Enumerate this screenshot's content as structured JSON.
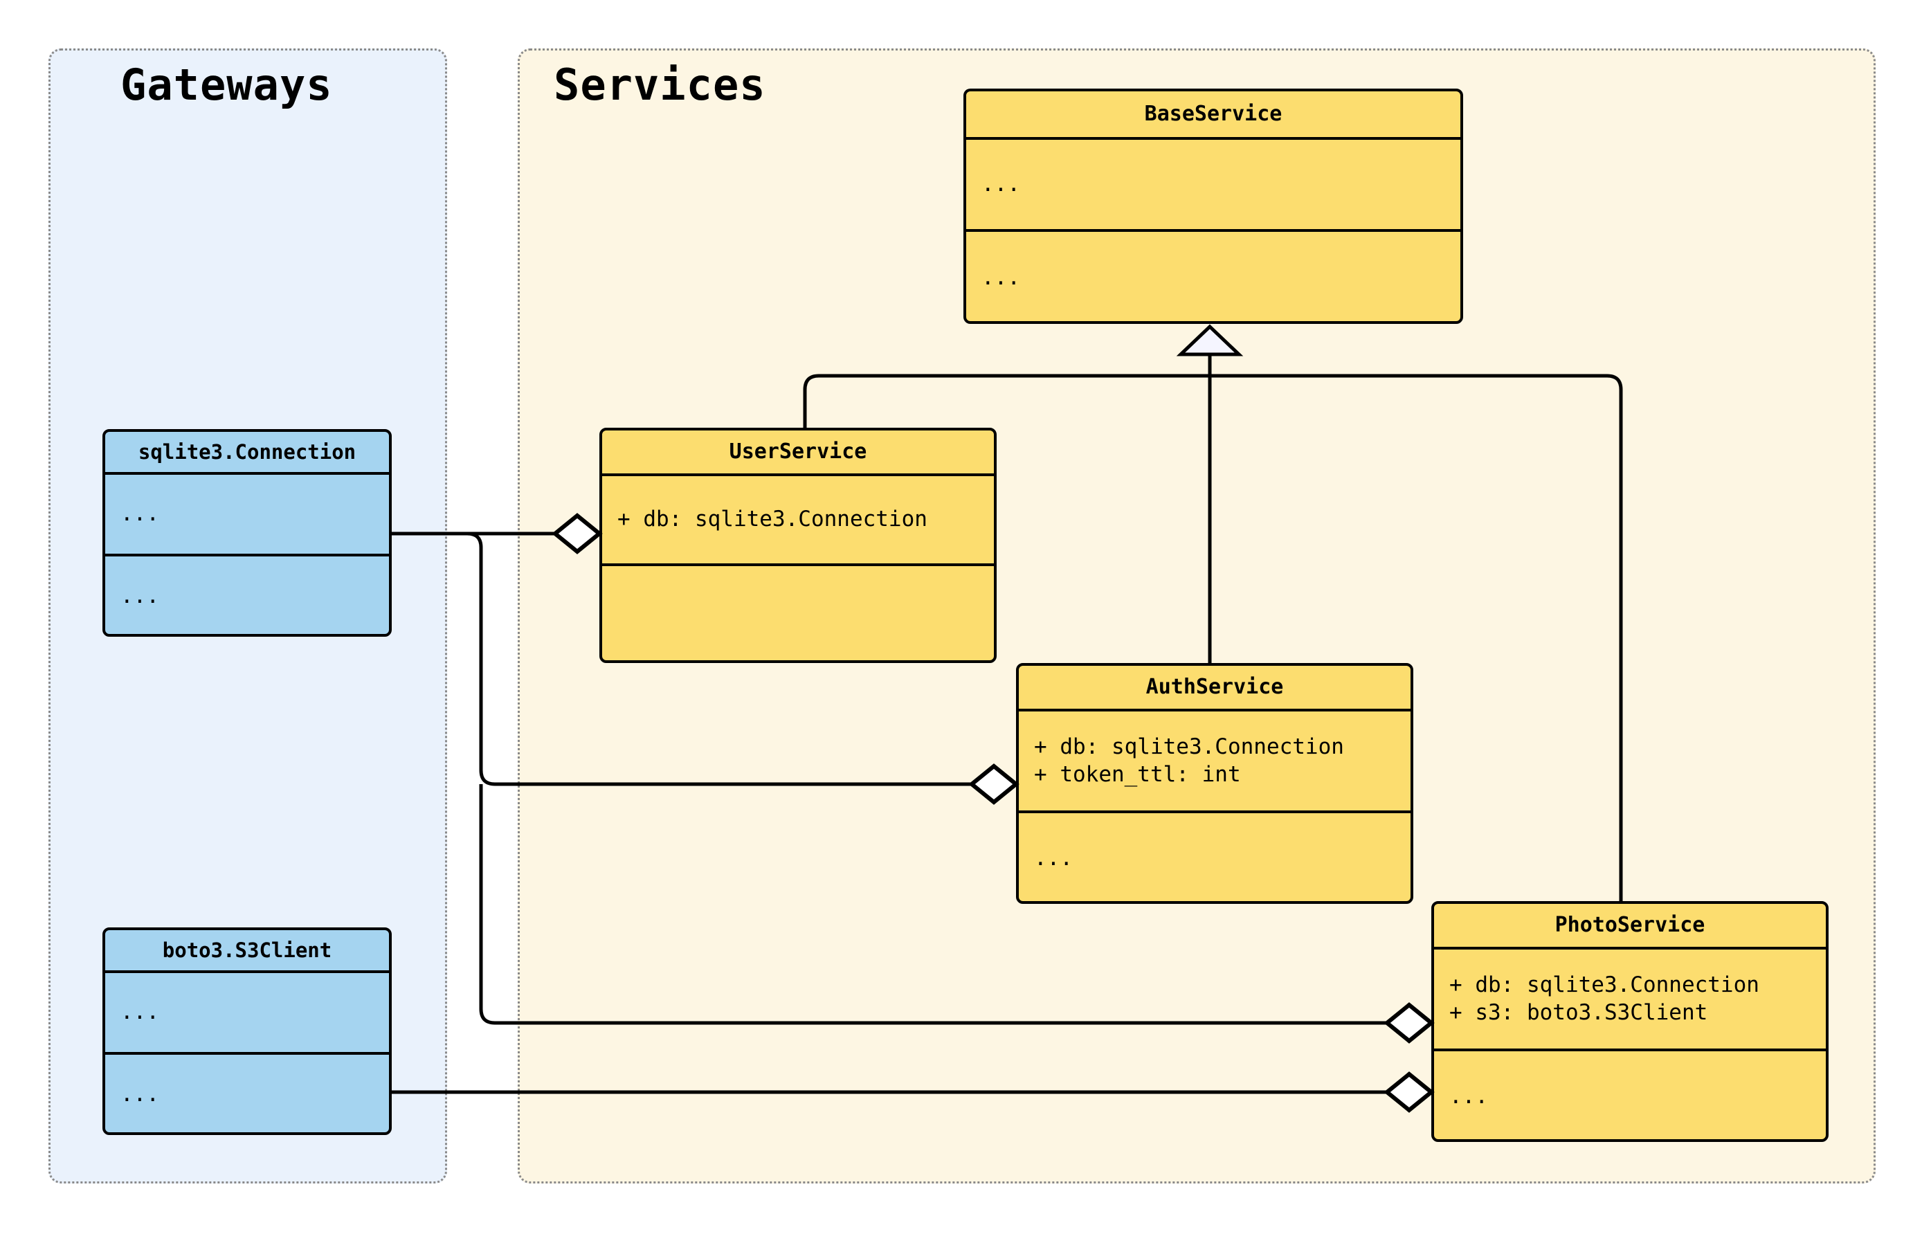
{
  "packages": [
    {
      "name": "Gateways",
      "label": "Gateways",
      "fill": "#eaf2fc"
    },
    {
      "name": "Services",
      "label": "Services",
      "fill": "#fdf6e3"
    }
  ],
  "classes": {
    "base_service": {
      "name": "BaseService",
      "attributes": "...",
      "methods": "...",
      "fill": "#fcdd6f"
    },
    "user_service": {
      "name": "UserService",
      "attributes": "+ db: sqlite3.Connection",
      "methods": "",
      "fill": "#fcdd6f"
    },
    "auth_service": {
      "name": "AuthService",
      "attributes": "+ db: sqlite3.Connection\n+ token_ttl: int",
      "methods": "...",
      "fill": "#fcdd6f"
    },
    "photo_service": {
      "name": "PhotoService",
      "attributes": "+ db: sqlite3.Connection\n+ s3: boto3.S3Client",
      "methods": "...",
      "fill": "#fcdd6f"
    },
    "sqlite_connection": {
      "name": "sqlite3.Connection",
      "attributes": "...",
      "methods": "...",
      "fill": "#a5d4f0"
    },
    "s3_client": {
      "name": "boto3.S3Client",
      "attributes": "...",
      "methods": "...",
      "fill": "#a5d4f0"
    }
  },
  "relationships": [
    {
      "type": "generalization",
      "from": "UserService",
      "to": "BaseService",
      "marker": "hollow-triangle"
    },
    {
      "type": "generalization",
      "from": "AuthService",
      "to": "BaseService",
      "marker": "hollow-triangle"
    },
    {
      "type": "generalization",
      "from": "PhotoService",
      "to": "BaseService",
      "marker": "hollow-triangle"
    },
    {
      "type": "aggregation",
      "from": "UserService",
      "to": "sqlite3.Connection",
      "marker": "hollow-diamond"
    },
    {
      "type": "aggregation",
      "from": "AuthService",
      "to": "sqlite3.Connection",
      "marker": "hollow-diamond"
    },
    {
      "type": "aggregation",
      "from": "PhotoService",
      "to": "sqlite3.Connection",
      "marker": "hollow-diamond"
    },
    {
      "type": "aggregation",
      "from": "PhotoService",
      "to": "boto3.S3Client",
      "marker": "hollow-diamond"
    }
  ],
  "colors": {
    "service_fill": "#fcdd6f",
    "gateway_fill": "#a5d4f0",
    "gateways_package_bg": "#eaf2fc",
    "services_package_bg": "#fdf6e3",
    "line": "#000000",
    "package_border": "#8a8a8a"
  }
}
